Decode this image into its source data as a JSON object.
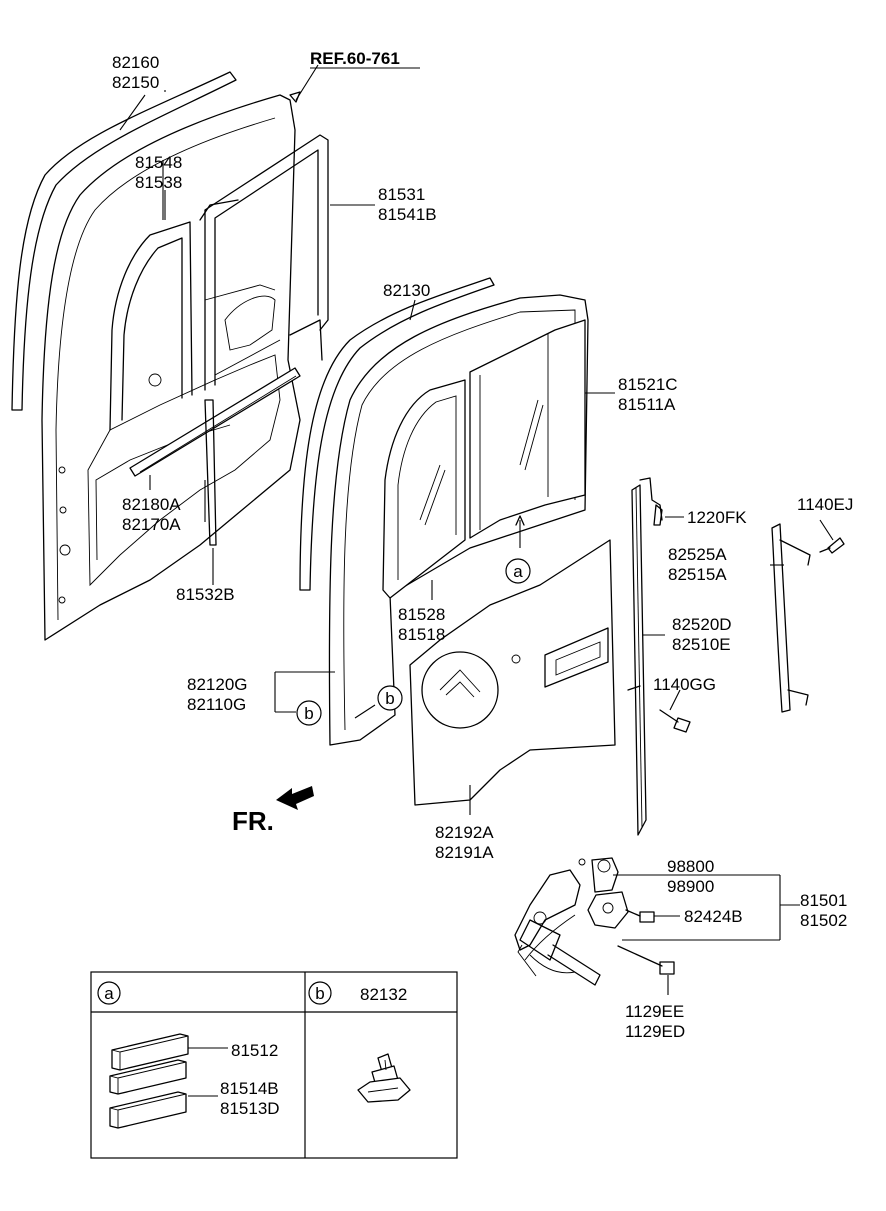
{
  "reference": "REF.60-761",
  "direction_marker": "FR.",
  "callouts": {
    "a": "a",
    "b": "b"
  },
  "labels": {
    "p82160": "82160",
    "p82150": "82150",
    "p81548": "81548",
    "p81538": "81538",
    "p81531": "81531",
    "p81541B": "81541B",
    "p82130": "82130",
    "p81521C": "81521C",
    "p81511A": "81511A",
    "p82180A": "82180A",
    "p82170A": "82170A",
    "p81532B": "81532B",
    "p1220FK": "1220FK",
    "p1140EJ": "1140EJ",
    "p82525A": "82525A",
    "p82515A": "82515A",
    "p81528": "81528",
    "p81518": "81518",
    "p82520D": "82520D",
    "p82510E": "82510E",
    "p82120G": "82120G",
    "p82110G": "82110G",
    "p1140GG": "1140GG",
    "p82192A": "82192A",
    "p82191A": "82191A",
    "p98800": "98800",
    "p98900": "98900",
    "p81501": "81501",
    "p81502": "81502",
    "p82424B": "82424B",
    "p1129EE": "1129EE",
    "p1129ED": "1129ED"
  },
  "legend_table": {
    "cell_a": {
      "callout": "a",
      "parts": [
        "81512",
        "81514B",
        "81513D"
      ]
    },
    "cell_b": {
      "callout": "b",
      "part": "82132"
    }
  }
}
